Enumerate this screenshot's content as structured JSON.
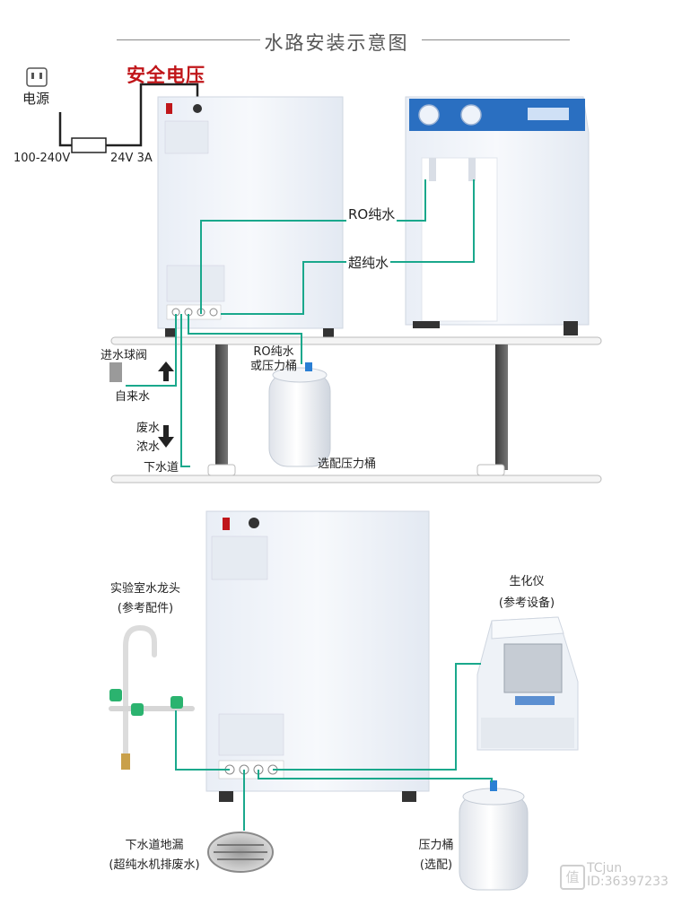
{
  "title": "水路安装示意图",
  "upper": {
    "safety_voltage": "安全电压",
    "power_socket": "电源",
    "input_voltage": "100-240V",
    "output_voltage": "24V 3A",
    "ro_water": "RO纯水",
    "ultra_pure": "超纯水",
    "inlet_valve": "进水球阀",
    "tap_water": "自来水",
    "waste_water": "废水",
    "concentrate": "浓水",
    "sewer": "下水道",
    "tank_label_1": "RO纯水",
    "tank_label_2": "或压力桶",
    "optional_tank": "选配压力桶"
  },
  "lower": {
    "faucet_title": "实验室水龙头",
    "faucet_sub": "(参考配件)",
    "analyzer_title": "生化仪",
    "analyzer_sub": "(参考设备)",
    "drain_title": "下水道地漏",
    "drain_sub": "(超纯水机排废水)",
    "tank_title": "压力桶",
    "tank_sub": "(选配)"
  },
  "watermark": {
    "brand": "TCjun",
    "id": "ID:36397233",
    "glyph": "值"
  },
  "colors": {
    "pipe": "#1aa88c",
    "wire": "#222222",
    "accent_red": "#c0161a",
    "unit_face": "#f2f6fb",
    "panel_blue": "#2a6fc1",
    "table": "#dadada"
  }
}
